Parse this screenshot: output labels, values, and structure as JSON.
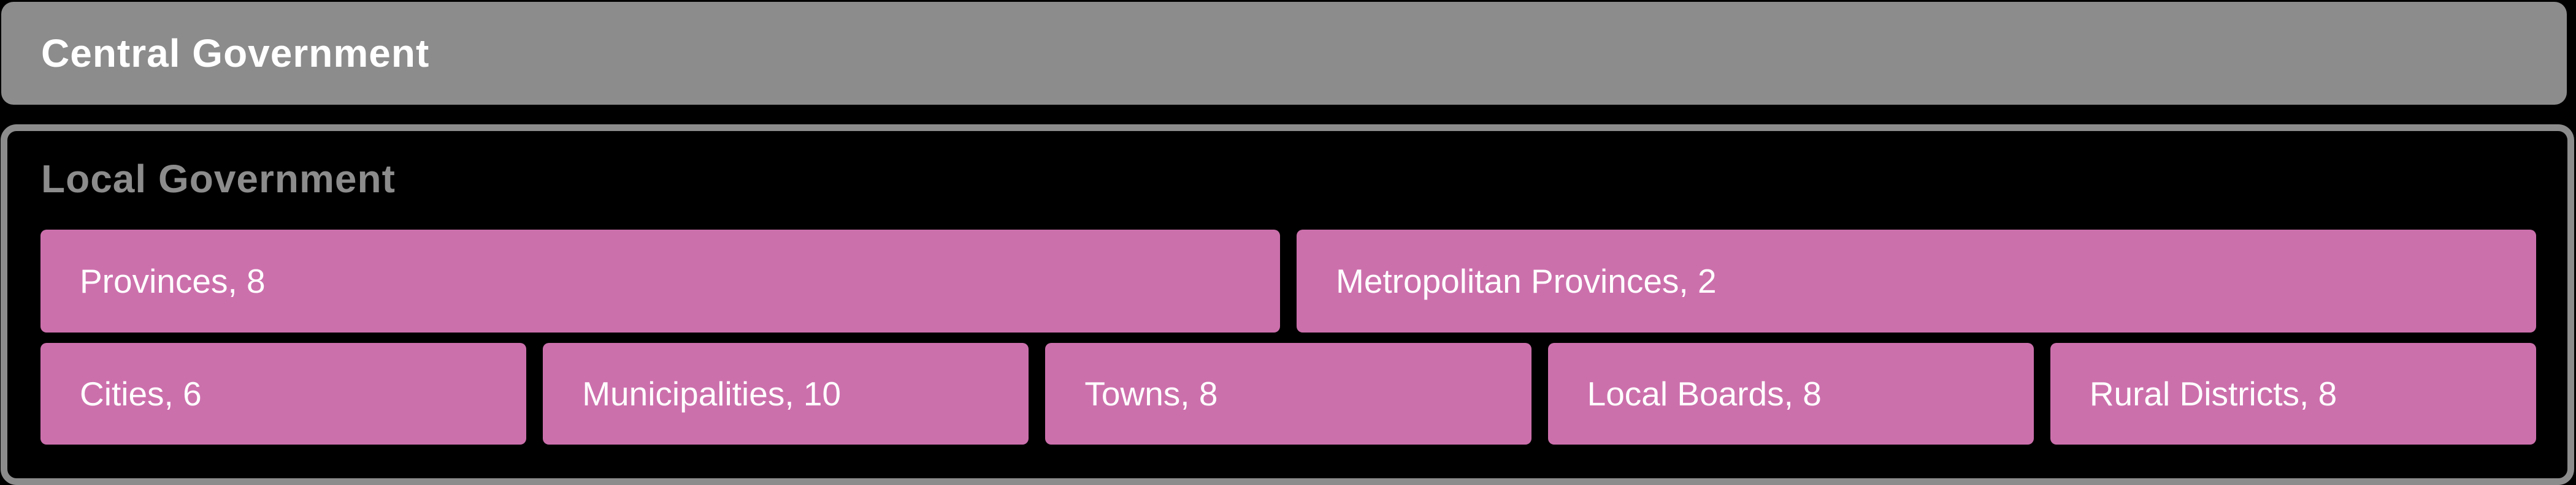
{
  "colors": {
    "background": "#000000",
    "gray": "#8C8C8C",
    "tile_pink": "#CC70AC",
    "tile_text": "#FFFFFF"
  },
  "central_government": {
    "label": "Central Government"
  },
  "local_government": {
    "title": "Local Government",
    "row1": [
      {
        "text": "Provinces, 8"
      },
      {
        "text": "Metropolitan Provinces, 2"
      }
    ],
    "row2": [
      {
        "text": "Cities, 6"
      },
      {
        "text": "Municipalities, 10"
      },
      {
        "text": "Towns, 8"
      },
      {
        "text": "Local Boards, 8"
      },
      {
        "text": "Rural Districts, 8"
      }
    ]
  },
  "chart_data": {
    "type": "treemap",
    "title": "",
    "legend": "none",
    "grid": false,
    "background": "#000000",
    "parent_color": "#8C8C8C",
    "leaf_color": "#CC70AC",
    "nodes": [
      {
        "label": "Central Government",
        "parent": null
      },
      {
        "label": "Local Government",
        "parent": null
      },
      {
        "label": "Provinces",
        "value": 8,
        "parent": "Local Government",
        "row": 1
      },
      {
        "label": "Metropolitan Provinces",
        "value": 2,
        "parent": "Local Government",
        "row": 1
      },
      {
        "label": "Cities",
        "value": 6,
        "parent": "Local Government",
        "row": 2
      },
      {
        "label": "Municipalities",
        "value": 10,
        "parent": "Local Government",
        "row": 2
      },
      {
        "label": "Towns",
        "value": 8,
        "parent": "Local Government",
        "row": 2
      },
      {
        "label": "Local Boards",
        "value": 8,
        "parent": "Local Government",
        "row": 2
      },
      {
        "label": "Rural Districts",
        "value": 8,
        "parent": "Local Government",
        "row": 2
      }
    ]
  }
}
